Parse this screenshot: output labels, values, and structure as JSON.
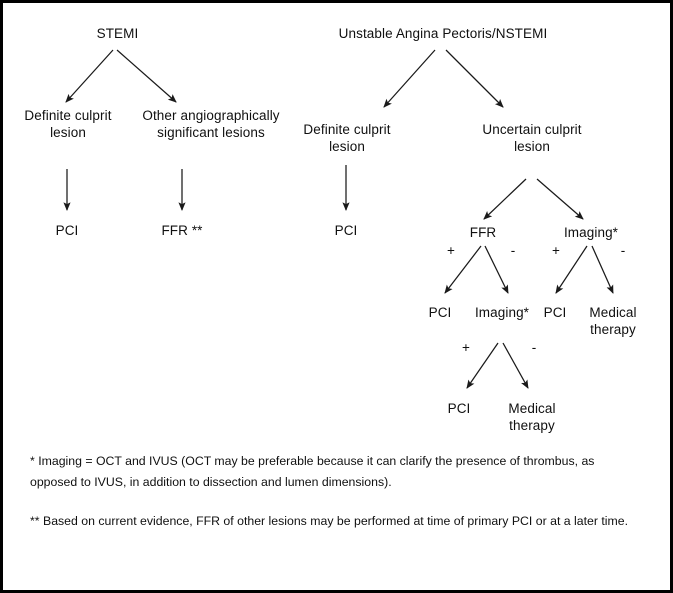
{
  "diagram": {
    "title_stemi": "STEMI",
    "title_nstemi": "Unstable Angina Pectoris/NSTEMI",
    "nodes": {
      "stemi_definite": "Definite culprit\nlesion",
      "stemi_other": "Other angiographically\nsignificant lesions",
      "stemi_pci": "PCI",
      "stemi_ffr": "FFR **",
      "nstemi_definite": "Definite culprit\nlesion",
      "nstemi_uncertain": "Uncertain culprit\nlesion",
      "nstemi_definite_pci": "PCI",
      "ffr": "FFR",
      "imaging_top": "Imaging*",
      "ffr_pos_pci": "PCI",
      "ffr_neg_imaging": "Imaging*",
      "imaging_pos_pci": "PCI",
      "imaging_neg_medical": "Medical\ntherapy",
      "final_pci": "PCI",
      "final_medical": "Medical\ntherapy"
    },
    "signs": {
      "ffr_plus": "+",
      "ffr_minus": "-",
      "imaging_plus": "+",
      "imaging_minus": "-",
      "final_plus": "+",
      "final_minus": "-"
    },
    "footnotes": {
      "one": "* Imaging = OCT and IVUS (OCT may be preferable because it can clarify the presence of thrombus, as opposed to IVUS, in addition to dissection and lumen dimensions).",
      "two": "** Based on current evidence, FFR of other lesions may be performed at time of primary PCI or at a later time."
    },
    "colors": {
      "border": "#000000",
      "text": "#101010",
      "arrow": "#1a1a1a",
      "background": "#ffffff"
    }
  }
}
